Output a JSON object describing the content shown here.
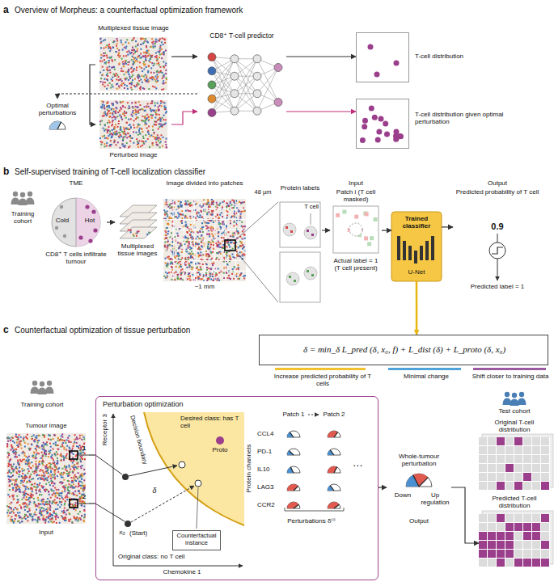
{
  "diagram": {
    "nodes": [
      {
        "text": [
          "Multiplexed tissue image"
        ]
      },
      {
        "text": [
          "Optimal perturbations"
        ]
      },
      {
        "text": [
          "Perturbed image"
        ]
      },
      {
        "text": [
          "CD8⁺ T-cell predictor"
        ]
      },
      {
        "text": [
          "T-cell distribution"
        ]
      },
      {
        "text": [
          "T-cell distribution given optimal perturbation"
        ]
      },
      {
        "text": [
          "Training cohort"
        ]
      },
      {
        "text": [
          "TME",
          "Hot",
          "Cold",
          "CD8⁺ T cells infiltrate tumour"
        ]
      },
      {
        "text": [
          "Multiplexed tissue images"
        ]
      },
      {
        "text": [
          "Image divided into patches"
        ]
      },
      {
        "text": [
          "Protein labels",
          "T cell"
        ]
      },
      {
        "text": [
          "Input",
          "Patch i (T cell masked)",
          "Actual label = 1 (T cell present)"
        ]
      },
      {
        "text": [
          "Trained classifier",
          "U-Net"
        ]
      },
      {
        "text": [
          "Output",
          "Predicted probability of T cell",
          "0.9",
          "Predicted label = 1"
        ]
      },
      {
        "text": [
          "δ = min_δ L_pred (δ, x₀, f) + L_dist (δ) + L_proto (δ, x₀)",
          "Increase predicted probability of T cells",
          "Minimal change",
          "Shift closer to training data"
        ]
      },
      {
        "text": [
          "Training cohort"
        ]
      },
      {
        "text": [
          "Tumour image",
          "Input"
        ]
      },
      {
        "text": [
          "Perturbation optimization"
        ]
      },
      {
        "text": [
          "Desired class: has T cell"
        ],
        "in": 17
      },
      {
        "text": [
          "Counterfactual instance"
        ],
        "in": 17
      },
      {
        "text": [
          "Whole-tumour perturbation",
          "Down",
          "Up regulation",
          "Output"
        ]
      },
      {
        "text": [
          "Test cohort"
        ]
      },
      {
        "text": [
          "Original T-cell distribution"
        ]
      },
      {
        "text": [
          "Predicted T-cell distribution"
        ]
      }
    ],
    "edges": [
      {
        "from": 0,
        "to": 3,
        "arrow": "to"
      },
      {
        "from": 3,
        "to": 4,
        "arrow": "to"
      },
      {
        "from": 0,
        "to": 2,
        "arrow": "to"
      },
      {
        "from": 3,
        "to": 1,
        "arrow": "to"
      },
      {
        "from": 2,
        "to": 3,
        "arrow": "to"
      },
      {
        "from": 3,
        "to": 5,
        "arrow": "to"
      },
      {
        "from": 7,
        "to": 8,
        "arrow": "to"
      },
      {
        "from": 10,
        "to": 11,
        "arrow": "to"
      },
      {
        "from": 11,
        "to": 12,
        "arrow": "to"
      },
      {
        "from": 12,
        "to": 13,
        "arrow": "to"
      },
      {
        "from": 12,
        "to": 14,
        "arrow": "to"
      },
      {
        "from": 16,
        "to": 17,
        "arrow": "none"
      },
      {
        "from": 16,
        "to": 17,
        "arrow": "none"
      },
      {
        "from": 17,
        "to": 20,
        "arrow": "to"
      },
      {
        "from": 20,
        "to": 23,
        "arrow": "to"
      }
    ],
    "labels": [
      "a",
      "Overview of Morpheus: a counterfactual optimization framework",
      "b",
      "Self-supervised training of T-cell localization classifier",
      "c",
      "Counterfactual optimization of tissue perturbation",
      "~1 mm",
      "48 µm",
      "Receptor 3",
      "Chemokine 1",
      "Decision boundary",
      "Proto",
      "δ",
      "x₀",
      "(Start)",
      "Original class: no T cell",
      "Patch 1",
      "Patch 2",
      "Protein channels",
      "CCL4",
      "PD-1",
      "IL10",
      "LAG3",
      "CCR2",
      "Perturbations δ⁽ⁱ⁾",
      "⋯",
      "1",
      "2"
    ]
  }
}
